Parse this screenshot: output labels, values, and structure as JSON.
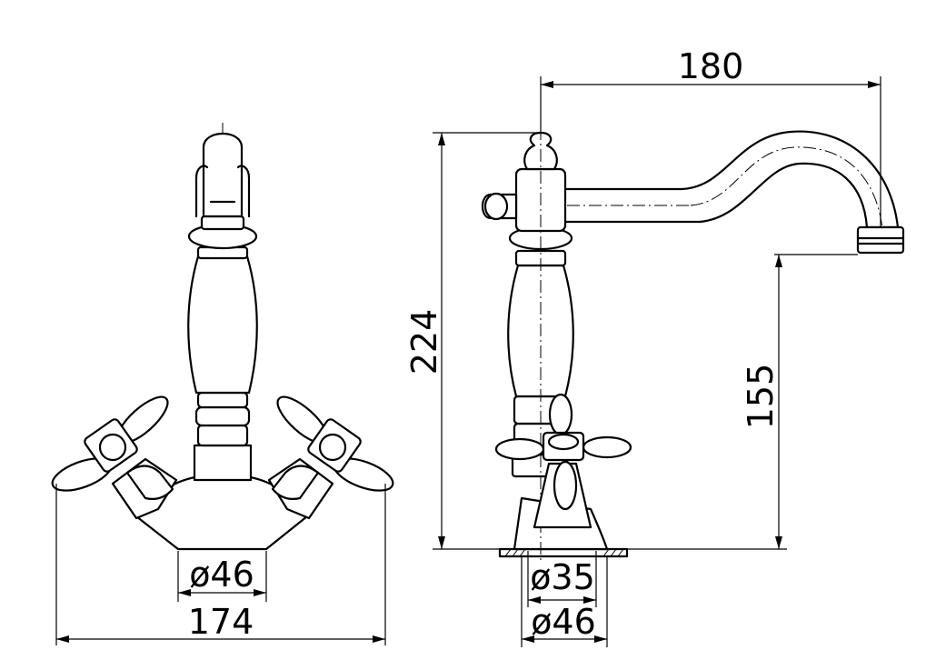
{
  "dimensions": {
    "front_base_diameter": "ø46",
    "front_width": "174",
    "side_spout_reach": "180",
    "side_height": "224",
    "side_spout_height": "155",
    "side_hole_diameter": "ø35",
    "side_base_diameter": "ø46"
  },
  "colors": {
    "line": "#000000",
    "background": "#ffffff"
  }
}
